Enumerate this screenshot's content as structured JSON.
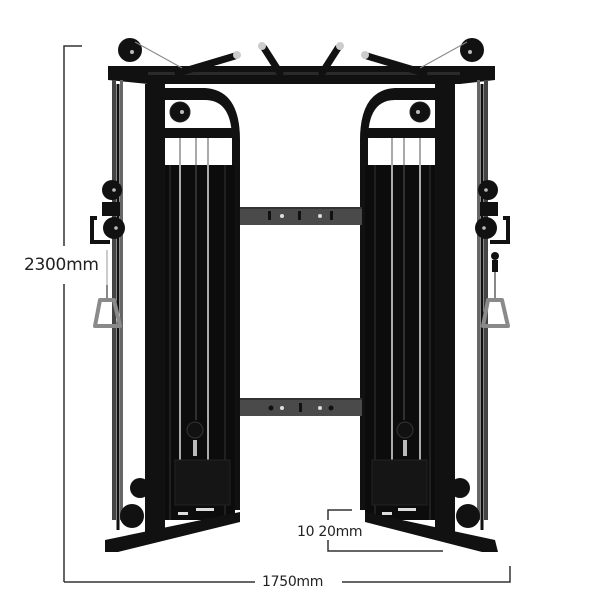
{
  "diagram": {
    "subject": "Functional trainer / dual adjustable pulley cable machine",
    "colors": {
      "frame": "#111111",
      "frame_highlight": "#2a2a2a",
      "cable": "#9a9a9a",
      "crossbar": "#4a4a4a",
      "handle": "#8a8a8a",
      "dimension_line": "#333333",
      "background": "#ffffff"
    },
    "dimensions": {
      "height": {
        "label": "2300mm",
        "value_mm": 2300
      },
      "width": {
        "label": "1750mm",
        "value_mm": 1750
      },
      "depth": {
        "label": "10 20mm",
        "value_mm": 1020
      }
    },
    "components": [
      "top-crossbar",
      "pull-up-handles",
      "left-tower",
      "right-tower",
      "left-weight-stack",
      "right-weight-stack",
      "adjustable-pulley-carriages",
      "stirrup-handles",
      "center-brace-upper",
      "center-brace-lower",
      "base-feet"
    ]
  }
}
